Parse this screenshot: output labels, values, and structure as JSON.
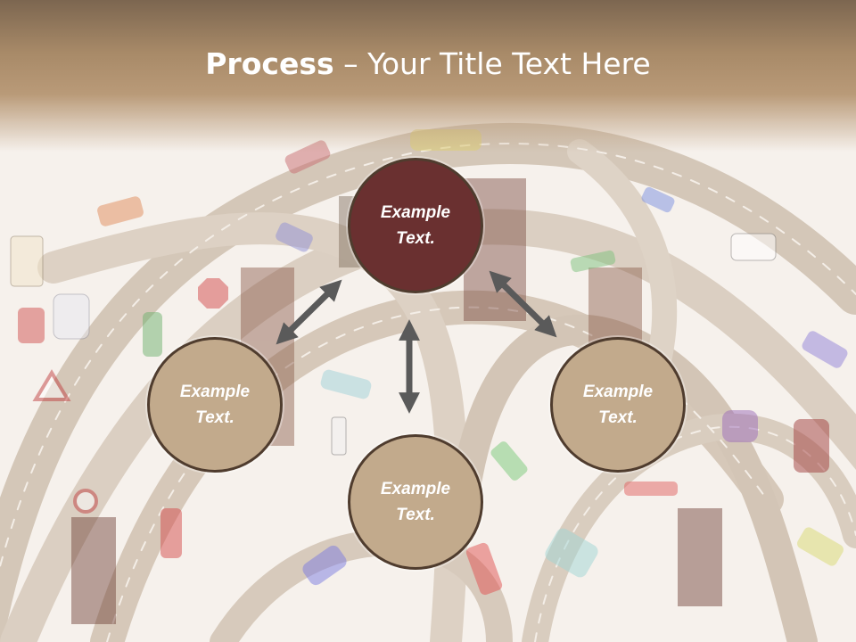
{
  "title": {
    "bold": "Process",
    "rest": " – Your Title Text Here"
  },
  "nodes": [
    {
      "label": "Example Text.",
      "fill": "#6a3030",
      "highlighted": true
    },
    {
      "label": "Example Text.",
      "fill": "#c2aa8c",
      "highlighted": false
    },
    {
      "label": "Example Text.",
      "fill": "#c2aa8c",
      "highlighted": false
    },
    {
      "label": "Example Text.",
      "fill": "#c2aa8c",
      "highlighted": false
    }
  ],
  "colors": {
    "header": "#a88a68",
    "node_border": "#4f3c2e",
    "arrow": "#5a5a5a",
    "background": "#f6f1ec"
  }
}
